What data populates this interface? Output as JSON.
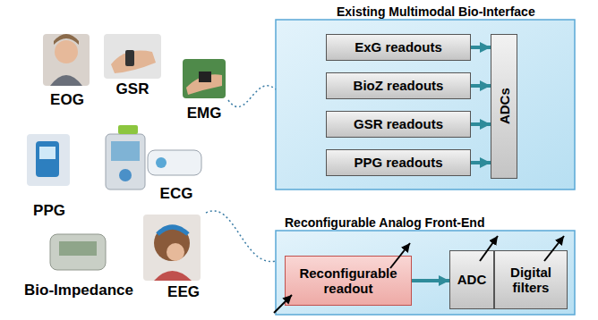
{
  "diagram": {
    "nodes": [
      {
        "text": [
          "Existing Multimodal Bio-Interface"
        ]
      },
      {
        "text": [
          "ExG readouts"
        ],
        "in": 0
      },
      {
        "text": [
          "BioZ readouts"
        ],
        "in": 0
      },
      {
        "text": [
          "GSR readouts"
        ],
        "in": 0
      },
      {
        "text": [
          "PPG readouts"
        ],
        "in": 0
      },
      {
        "text": [
          "ADCs"
        ],
        "in": 0
      },
      {
        "text": [
          "Reconfigurable Analog Front-End"
        ]
      },
      {
        "text": [
          "Reconfigurable readout"
        ],
        "in": 6
      },
      {
        "text": [
          "ADC"
        ],
        "in": 6
      },
      {
        "text": [
          "Digital filters"
        ],
        "in": 6
      }
    ],
    "edges": [
      {
        "from": 1,
        "to": 5,
        "arrow": "to"
      },
      {
        "from": 2,
        "to": 5,
        "arrow": "to"
      },
      {
        "from": 3,
        "to": 5,
        "arrow": "to"
      },
      {
        "from": 4,
        "to": 5,
        "arrow": "to"
      },
      {
        "from": 7,
        "to": 8,
        "arrow": "to"
      }
    ],
    "labels": [
      "EOG",
      "GSR",
      "EMG",
      "PPG",
      "ECG",
      "Bio-Impedance",
      "EEG"
    ]
  }
}
